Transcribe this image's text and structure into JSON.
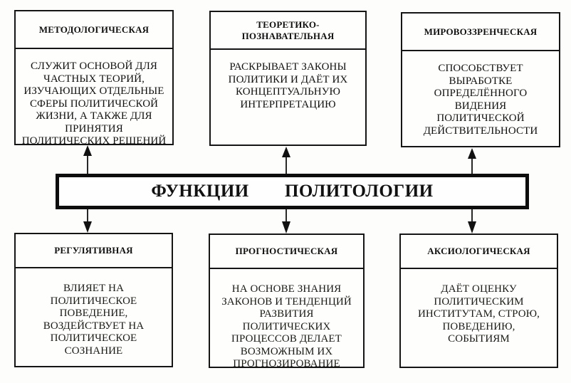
{
  "diagram": {
    "central_title": "ФУНКЦИИ   ПОЛИТОЛОГИИ",
    "functions": [
      {
        "id": "methodological",
        "position": "top-left",
        "title": "МЕТОДОЛОГИЧЕСКАЯ",
        "description": "СЛУЖИТ ОСНОВОЙ ДЛЯ\nЧАСТНЫХ ТЕОРИЙ,\nИЗУЧАЮЩИХ ОТДЕЛЬНЫЕ\nСФЕРЫ ПОЛИТИЧЕСКОЙ\nЖИЗНИ, А ТАКЖЕ ДЛЯ\nПРИНЯТИЯ\nПОЛИТИЧЕСКИХ РЕШЕНИЙ"
      },
      {
        "id": "theoretical-cognitive",
        "position": "top-center",
        "title": "ТЕОРЕТИКО-\nПОЗНАВАТЕЛЬНАЯ",
        "description": "РАСКРЫВАЕТ ЗАКОНЫ\nПОЛИТИКИ И ДАЁТ ИХ\nКОНЦЕПТУАЛЬНУЮ\nИНТЕРПРЕТАЦИЮ"
      },
      {
        "id": "worldview",
        "position": "top-right",
        "title": "МИРОВОЗЗРЕНЧЕСКАЯ",
        "description": "СПОСОБСТВУЕТ\nВЫРАБОТКЕ\nОПРЕДЕЛЁННОГО\nВИДЕНИЯ\nПОЛИТИЧЕСКОЙ\nДЕЙСТВИТЕЛЬНОСТИ"
      },
      {
        "id": "regulative",
        "position": "bottom-left",
        "title": "РЕГУЛЯТИВНАЯ",
        "description": "ВЛИЯЕТ НА\nПОЛИТИЧЕСКОЕ\nПОВЕДЕНИЕ,\nВОЗДЕЙСТВУЕТ НА\nПОЛИТИЧЕСКОЕ\nСОЗНАНИЕ"
      },
      {
        "id": "prognostic",
        "position": "bottom-center",
        "title": "ПРОГНОСТИЧЕСКАЯ",
        "description": "НА ОСНОВЕ ЗНАНИЯ\nЗАКОНОВ И ТЕНДЕНЦИЙ\nРАЗВИТИЯ\nПОЛИТИЧЕСКИХ\nПРОЦЕССОВ ДЕЛАЕТ\nВОЗМОЖНЫМ ИХ\nПРОГНОЗИРОВАНИЕ"
      },
      {
        "id": "axiological",
        "position": "bottom-right",
        "title": "АКСИОЛОГИЧЕСКАЯ",
        "description": "ДАЁТ ОЦЕНКУ\nПОЛИТИЧЕСКИМ\nИНСТИТУТАМ, СТРОЮ,\nПОВЕДЕНИЮ,\nСОБЫТИЯМ"
      }
    ],
    "connections": [
      {
        "from": "central",
        "to": "methodological",
        "direction": "up"
      },
      {
        "from": "central",
        "to": "theoretical-cognitive",
        "direction": "up"
      },
      {
        "from": "central",
        "to": "worldview",
        "direction": "up"
      },
      {
        "from": "central",
        "to": "regulative",
        "direction": "down"
      },
      {
        "from": "central",
        "to": "prognostic",
        "direction": "down"
      },
      {
        "from": "central",
        "to": "axiological",
        "direction": "down"
      }
    ]
  }
}
